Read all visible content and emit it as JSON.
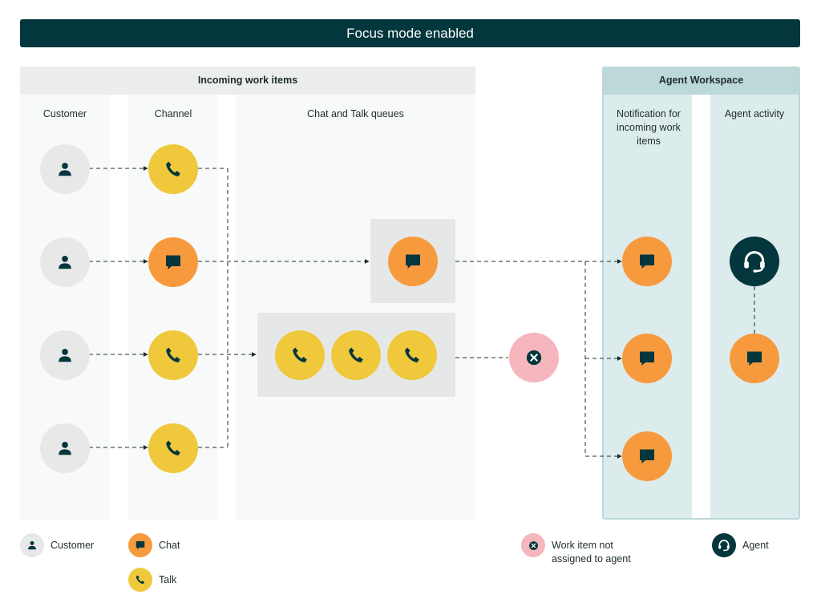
{
  "banner": {
    "text": "Focus mode enabled"
  },
  "incoming": {
    "header": "Incoming work items",
    "columns": {
      "customer": "Customer",
      "channel": "Channel",
      "queues": "Chat and Talk queues"
    }
  },
  "workspace": {
    "header": "Agent Workspace",
    "columns": {
      "notification": "Notification for incoming work items",
      "activity": "Agent activity"
    }
  },
  "legend": {
    "customer": "Customer",
    "chat": "Chat",
    "talk": "Talk",
    "unassigned": "Work item not assigned to agent",
    "agent": "Agent"
  },
  "colors": {
    "banner": "#03363d",
    "talk": "#f0c83c",
    "chat": "#f79a3e",
    "unassigned": "#f5b6bd",
    "agent": "#03363d",
    "customer": "#e7e9e9",
    "workspace_panel": "#dcecec",
    "workspace_border": "#bcd8d8",
    "incoming_panel": "#f8f9f9",
    "incoming_header": "#ebedee"
  },
  "icons": {
    "customer": "person-icon",
    "chat": "chat-bubble-icon",
    "talk": "phone-icon",
    "unassigned": "x-circle-icon",
    "agent": "headset-icon"
  }
}
